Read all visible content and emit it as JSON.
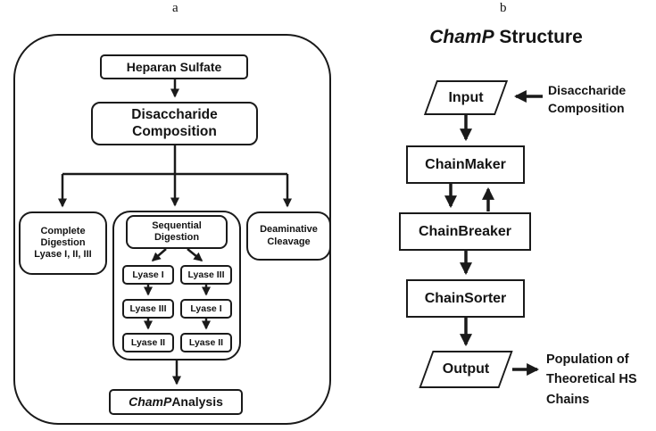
{
  "figure": {
    "label_a": "a",
    "label_b": "b"
  },
  "panel_a": {
    "heparan_sulfate": "Heparan Sulfate",
    "disaccharide_line1": "Disaccharide",
    "disaccharide_line2": "Composition",
    "complete_line1": "Complete",
    "complete_line2": "Digestion",
    "complete_line3": "Lyase I, II, III",
    "sequential_line1": "Sequential",
    "sequential_line2": "Digestion",
    "deaminative_line1": "Deaminative",
    "deaminative_line2": "Cleavage",
    "left_column": [
      "Lyase I",
      "Lyase III",
      "Lyase II"
    ],
    "right_column": [
      "Lyase III",
      "Lyase I",
      "Lyase II"
    ],
    "champ_word": "ChamP",
    "analysis_word": " Analysis"
  },
  "panel_b": {
    "title_italic": "ChamP",
    "title_rest": " Structure",
    "input": "Input",
    "input_note_line1": "Disaccharide",
    "input_note_line2": "Composition",
    "chainmaker": "ChainMaker",
    "chainbreaker": "ChainBreaker",
    "chainsorter": "ChainSorter",
    "output": "Output",
    "output_note_line1": "Population of",
    "output_note_line2": "Theoretical HS",
    "output_note_line3": "Chains"
  },
  "colors": {
    "ink": "#1a1a1a",
    "background": "#ffffff"
  }
}
